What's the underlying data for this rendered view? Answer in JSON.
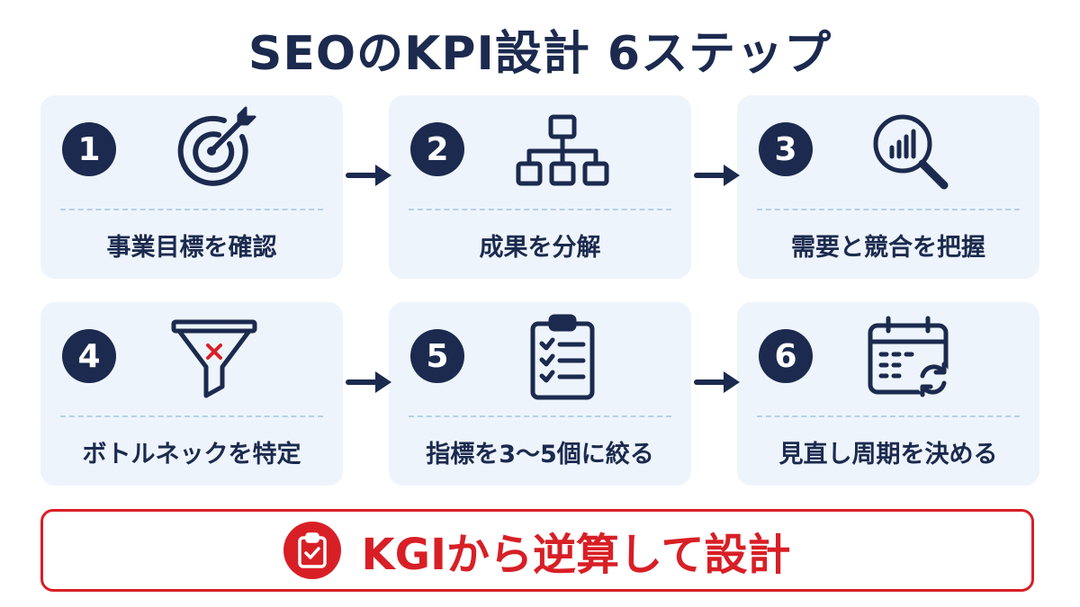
{
  "title": "SEOのKPI設計 6ステップ",
  "colors": {
    "navy": "#1b2a4e",
    "card_bg": "#eef4fc",
    "accent_red": "#d81f26",
    "divider": "#b3d0ea"
  },
  "steps": [
    {
      "number": "1",
      "label": "事業目標を確認",
      "icon": "target-arrow-icon"
    },
    {
      "number": "2",
      "label": "成果を分解",
      "icon": "hierarchy-tree-icon"
    },
    {
      "number": "3",
      "label": "需要と競合を把握",
      "icon": "magnifier-chart-icon"
    },
    {
      "number": "4",
      "label": "ボトルネックを特定",
      "icon": "funnel-x-icon"
    },
    {
      "number": "5",
      "label": "指標を3〜5個に絞る",
      "icon": "checklist-clipboard-icon"
    },
    {
      "number": "6",
      "label": "見直し周期を決める",
      "icon": "calendar-refresh-icon"
    }
  ],
  "banner": {
    "text": "KGIから逆算して設計",
    "icon": "clipboard-check-icon"
  }
}
